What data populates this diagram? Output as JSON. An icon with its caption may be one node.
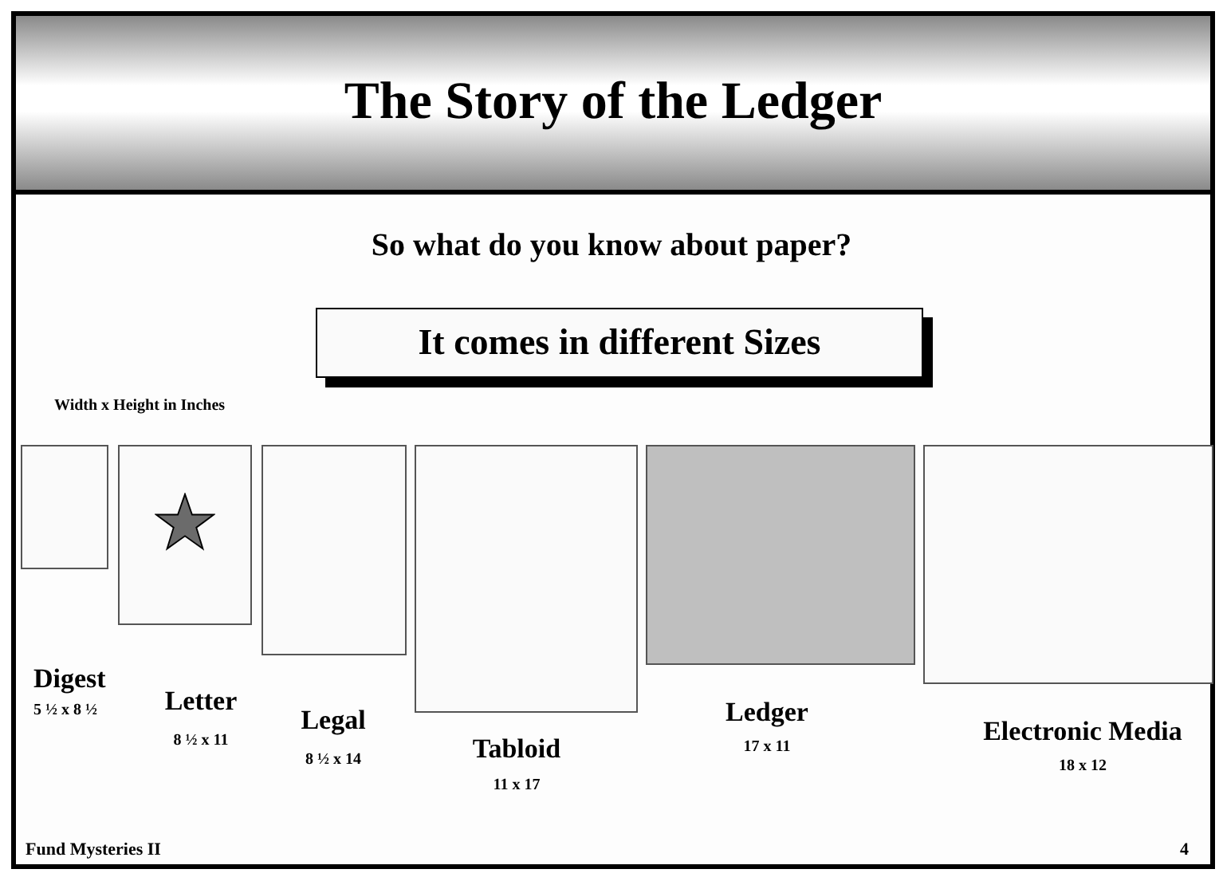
{
  "diagram": {
    "title": "The Story of the Ledger",
    "nodes": [
      {
        "text": [
          "It comes in different Sizes"
        ]
      },
      {
        "text": [],
        "shape": "box"
      },
      {
        "text": [],
        "shape": "box"
      },
      {
        "text": [],
        "shape": "box"
      },
      {
        "text": [],
        "shape": "box"
      },
      {
        "text": [],
        "shape": "box"
      },
      {
        "text": [],
        "shape": "box"
      }
    ],
    "labels": [
      "So what do you know about paper?",
      "Width x Height in Inches",
      "Digest",
      "5 ½ x 8 ½",
      "Letter",
      "8 ½ x 11",
      "Legal",
      "8 ½ x 14",
      "Tabloid",
      "11 x 17",
      "Ledger",
      "17 x 11",
      "Electronic Media",
      "18 x 12",
      "Fund Mysteries II",
      "4"
    ]
  }
}
